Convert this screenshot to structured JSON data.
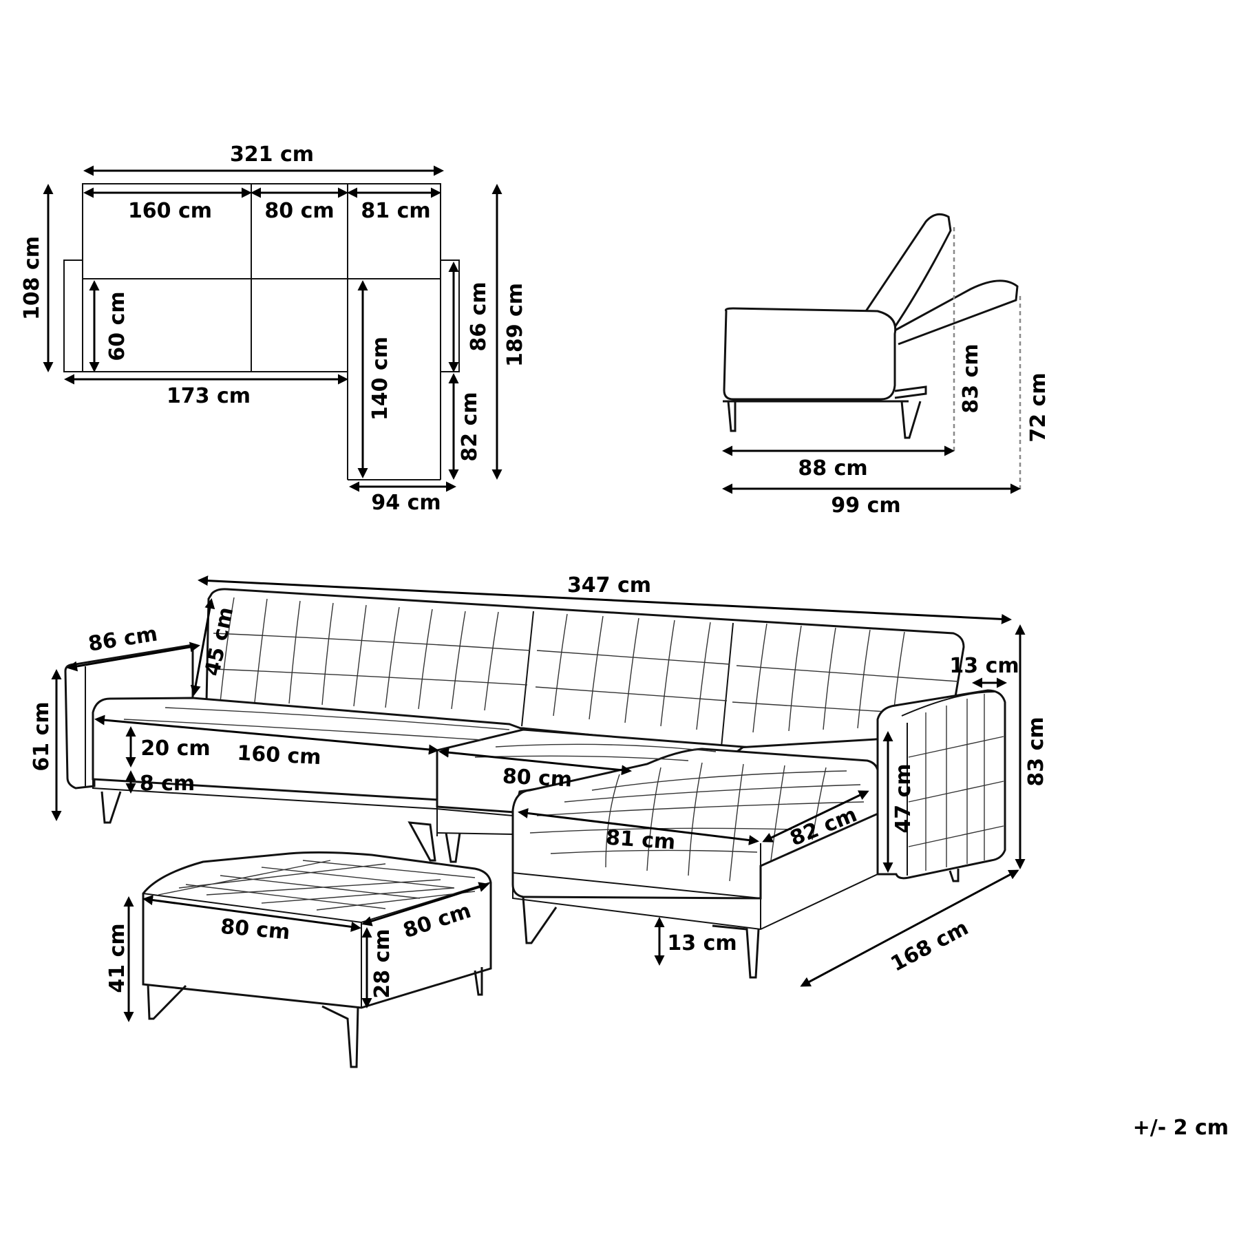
{
  "top_view": {
    "width_total": "321 cm",
    "seg_1": "160 cm",
    "seg_2": "80 cm",
    "seg_3": "81 cm",
    "depth_left": "108 cm",
    "seat_depth": "60 cm",
    "width_base": "173 cm",
    "chaise_length": "140 cm",
    "right_upper": "86 cm",
    "right_lower": "82 cm",
    "total_length": "189 cm",
    "chaise_width": "94 cm"
  },
  "side_view": {
    "depth_upright": "88 cm",
    "depth_reclined": "99 cm",
    "height_upright": "83 cm",
    "height_reclined": "72 cm"
  },
  "perspective_view": {
    "total_width": "347 cm",
    "arm_depth": "86 cm",
    "back_height": "45 cm",
    "arm_height": "61 cm",
    "cushion_height": "20 cm",
    "seat_width": "160 cm",
    "leg_gap": "8 cm",
    "middle_width": "80 cm",
    "chaise_front": "81 cm",
    "chaise_side": "82 cm",
    "arm_width": "13 cm",
    "total_height": "83 cm",
    "inner_arm_height": "47 cm",
    "total_depth": "168 cm",
    "leg_height": "13 cm"
  },
  "ottoman": {
    "width": "80 cm",
    "depth": "80 cm",
    "height": "41 cm",
    "leg_height": "28 cm"
  },
  "tolerance": "+/- 2 cm"
}
